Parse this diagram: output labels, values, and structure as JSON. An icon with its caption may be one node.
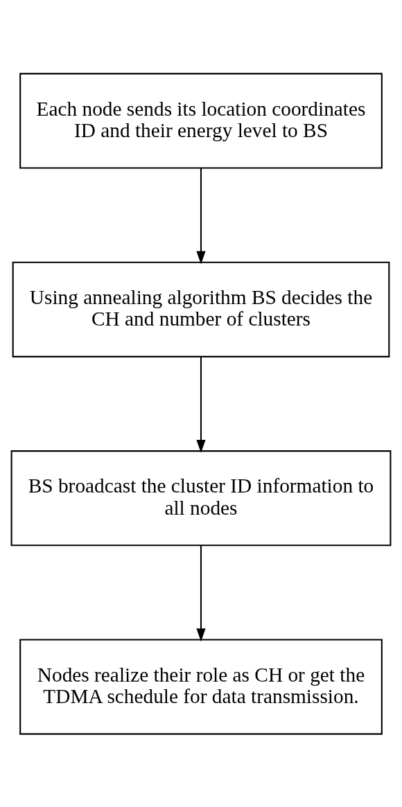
{
  "diagram": {
    "nodes": [
      {
        "text": [
          "Each node sends its location coordinates ID and their energy level to BS"
        ]
      },
      {
        "text": [
          "Using annealing algorithm BS decides the CH and number of clusters"
        ]
      },
      {
        "text": [
          "BS broadcast the cluster ID information to all nodes"
        ]
      },
      {
        "text": [
          "Nodes realize their role as CH or get the TDMA schedule for data transmission."
        ]
      }
    ],
    "edges": [
      {
        "from": 0,
        "to": 1,
        "arrow": "to"
      },
      {
        "from": 1,
        "to": 2,
        "arrow": "to"
      },
      {
        "from": 2,
        "to": 3,
        "arrow": "to"
      }
    ]
  }
}
